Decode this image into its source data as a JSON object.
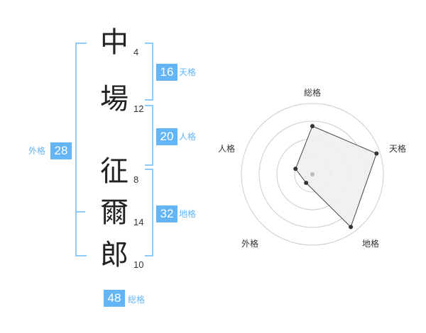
{
  "name": {
    "chars": [
      {
        "char": "中",
        "strokes": "4"
      },
      {
        "char": "場",
        "strokes": "12"
      },
      {
        "char": "征",
        "strokes": "8"
      },
      {
        "char": "爾",
        "strokes": "14"
      },
      {
        "char": "郎",
        "strokes": "10"
      }
    ]
  },
  "scores": {
    "tenkaku": {
      "label": "天格",
      "value": "16"
    },
    "jinkaku": {
      "label": "人格",
      "value": "20"
    },
    "chikaku": {
      "label": "地格",
      "value": "32"
    },
    "gaikaku": {
      "label": "外格",
      "value": "28"
    },
    "soukaku": {
      "label": "総格",
      "value": "48"
    }
  },
  "chart_data": {
    "type": "radar",
    "axes": [
      "総格",
      "天格",
      "地格",
      "外格",
      "人格"
    ],
    "values": [
      0.68,
      0.95,
      0.92,
      0.15,
      0.25
    ],
    "range": [
      0,
      1
    ],
    "rings": 4,
    "grid": true,
    "colors": {
      "fill": "#f0f0f0",
      "stroke": "#444444",
      "point": "#333333",
      "grid": "#cccccc",
      "center": "#bbbbbb"
    }
  }
}
